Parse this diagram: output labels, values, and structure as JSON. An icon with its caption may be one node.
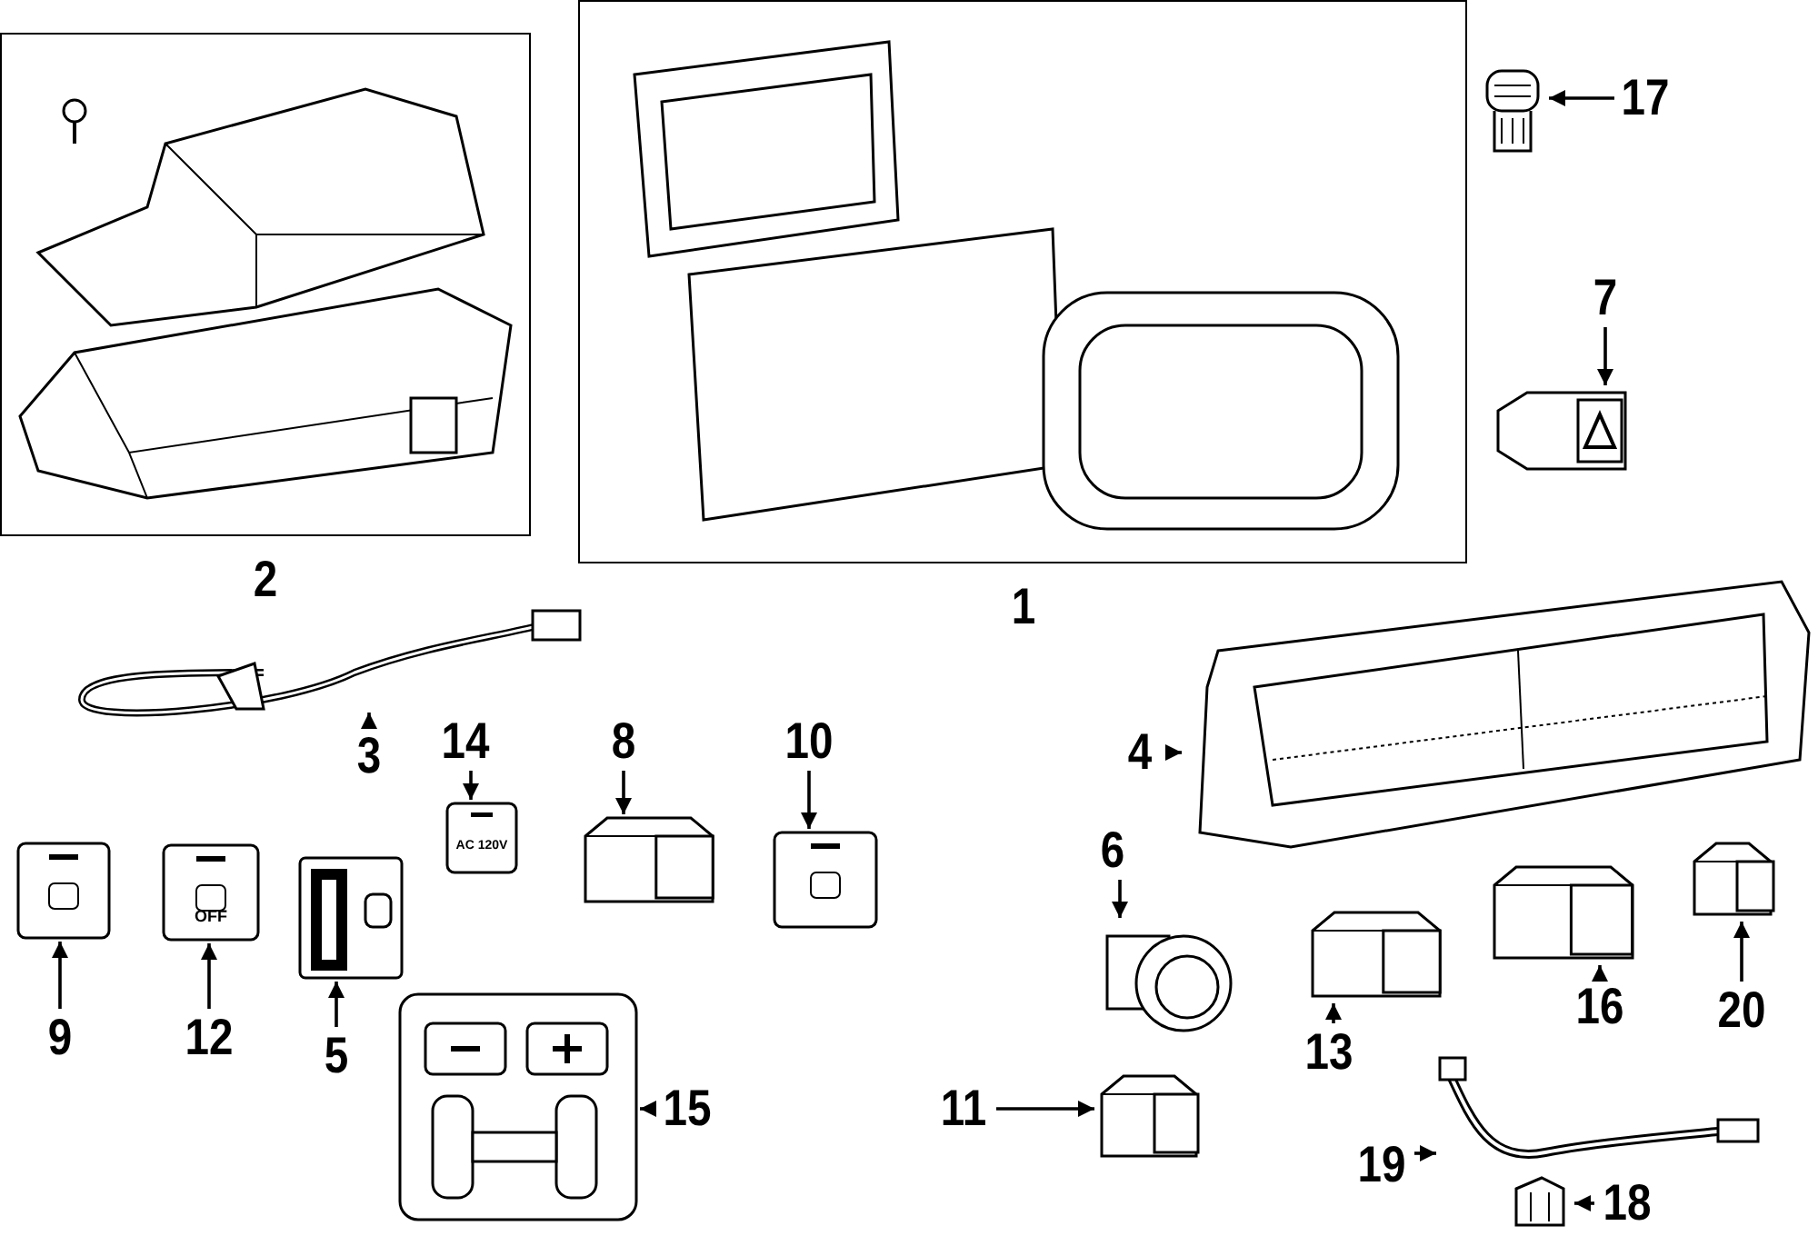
{
  "diagram": {
    "nodes": [
      {
        "text": [
          "2"
        ]
      },
      {
        "text": [
          "1"
        ]
      },
      {
        "text": [
          "17"
        ]
      },
      {
        "text": [],
        "shape": "picture"
      },
      {
        "text": [
          "7"
        ]
      },
      {
        "text": [],
        "shape": "picture"
      },
      {
        "text": [
          "3"
        ]
      },
      {
        "text": [],
        "shape": "picture"
      },
      {
        "text": [
          "14"
        ]
      },
      {
        "text": [],
        "shape": "picture"
      },
      {
        "text": [
          "8"
        ]
      },
      {
        "text": [],
        "shape": "picture"
      },
      {
        "text": [
          "10"
        ]
      },
      {
        "text": [],
        "shape": "picture"
      },
      {
        "text": [
          "4"
        ]
      },
      {
        "text": [],
        "shape": "picture"
      },
      {
        "text": [
          "6"
        ]
      },
      {
        "text": [],
        "shape": "picture"
      },
      {
        "text": [
          "9"
        ]
      },
      {
        "text": [],
        "shape": "picture"
      },
      {
        "text": [
          "12"
        ]
      },
      {
        "text": [],
        "shape": "picture"
      },
      {
        "text": [
          "5"
        ]
      },
      {
        "text": [],
        "shape": "picture"
      },
      {
        "text": [
          "16"
        ]
      },
      {
        "text": [],
        "shape": "picture"
      },
      {
        "text": [
          "20"
        ]
      },
      {
        "text": [],
        "shape": "picture"
      },
      {
        "text": [
          "13"
        ]
      },
      {
        "text": [],
        "shape": "picture"
      },
      {
        "text": [
          "15"
        ]
      },
      {
        "text": [],
        "shape": "picture"
      },
      {
        "text": [
          "11"
        ]
      },
      {
        "text": [],
        "shape": "picture"
      },
      {
        "text": [
          "19"
        ]
      },
      {
        "text": [],
        "shape": "picture"
      },
      {
        "text": [
          "18"
        ]
      },
      {
        "text": [],
        "shape": "picture"
      }
    ],
    "edges": [
      {
        "from": 2,
        "to": 3,
        "arrow": "to"
      },
      {
        "from": 4,
        "to": 5,
        "arrow": "to"
      },
      {
        "from": 6,
        "to": 7,
        "arrow": "to"
      },
      {
        "from": 8,
        "to": 9,
        "arrow": "to"
      },
      {
        "from": 10,
        "to": 11,
        "arrow": "to"
      },
      {
        "from": 12,
        "to": 13,
        "arrow": "to"
      },
      {
        "from": 14,
        "to": 15,
        "arrow": "to"
      },
      {
        "from": 16,
        "to": 17,
        "arrow": "to"
      },
      {
        "from": 18,
        "to": 19,
        "arrow": "to"
      },
      {
        "from": 20,
        "to": 21,
        "arrow": "to"
      },
      {
        "from": 22,
        "to": 23,
        "arrow": "to"
      },
      {
        "from": 24,
        "to": 25,
        "arrow": "to"
      },
      {
        "from": 26,
        "to": 27,
        "arrow": "to"
      },
      {
        "from": 28,
        "to": 29,
        "arrow": "to"
      },
      {
        "from": 30,
        "to": 31,
        "arrow": "to"
      },
      {
        "from": 32,
        "to": 33,
        "arrow": "to"
      },
      {
        "from": 34,
        "to": 35,
        "arrow": "to"
      },
      {
        "from": 36,
        "to": 37,
        "arrow": "to"
      }
    ],
    "labels": [
      "AC 120V",
      "OFF"
    ]
  }
}
